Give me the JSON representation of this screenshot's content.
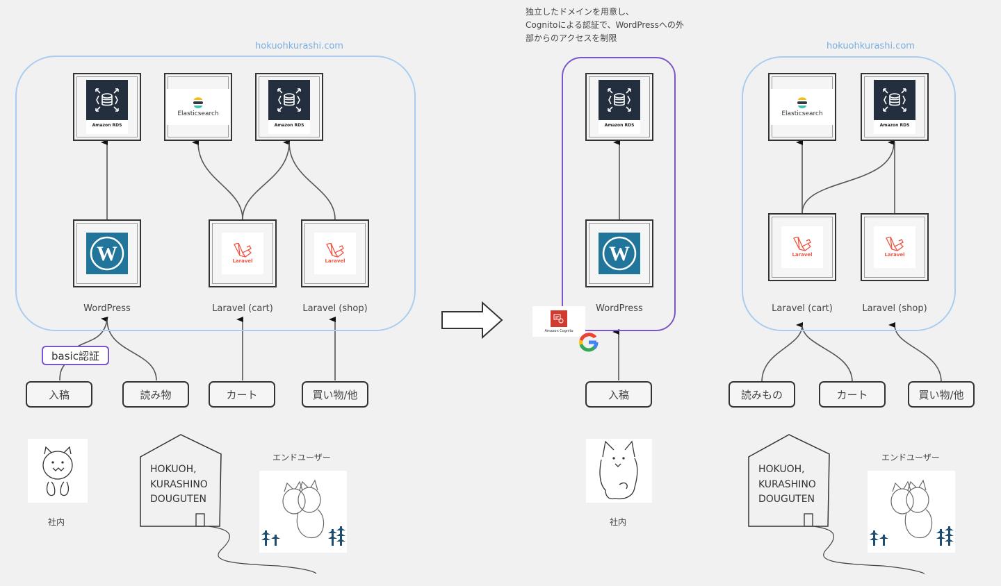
{
  "before": {
    "domain_label": "hokuohkurashi.com",
    "nodes": {
      "rds1": {
        "caption": "Amazon RDS"
      },
      "elasticsearch": {
        "caption": "Elasticsearch"
      },
      "rds2": {
        "caption": "Amazon RDS"
      },
      "wordpress": {
        "label": "WordPress"
      },
      "laravel_cart": {
        "logo_text": "Laravel",
        "label": "Laravel (cart)"
      },
      "laravel_shop": {
        "logo_text": "Laravel",
        "label": "Laravel (shop)"
      }
    },
    "auth_badge": "basic認証",
    "clients": [
      "入稿",
      "読み物",
      "カート",
      "買い物/他"
    ],
    "actors": {
      "internal_label": "社内",
      "store_sign": [
        "HOKUOH,",
        "KURASHINO",
        "DOUGUTEN"
      ],
      "end_user_label": "エンドユーザー"
    }
  },
  "transition_arrow": "right-arrow",
  "after": {
    "note_lines": [
      "独立したドメインを用意し、",
      "Cognitoによる認証で、WordPressへの外",
      "部からのアクセスを制限"
    ],
    "wp_group": {
      "rds": {
        "caption": "Amazon RDS"
      },
      "wordpress": {
        "label": "WordPress"
      },
      "cognito_caption": "Amazon Cognito",
      "google_icon": "google-g"
    },
    "shop_group": {
      "domain_label": "hokuohkurashi.com",
      "elasticsearch": {
        "caption": "Elasticsearch"
      },
      "rds": {
        "caption": "Amazon RDS"
      },
      "laravel_cart": {
        "logo_text": "Laravel",
        "label": "Laravel (cart)"
      },
      "laravel_shop": {
        "logo_text": "Laravel",
        "label": "Laravel (shop)"
      }
    },
    "clients_internal": [
      "入稿"
    ],
    "clients_public": [
      "読みもの",
      "カート",
      "買い物/他"
    ],
    "actors": {
      "internal_label": "社内",
      "store_sign": [
        "HOKUOH,",
        "KURASHINO",
        "DOUGUTEN"
      ],
      "end_user_label": "エンドユーザー"
    }
  },
  "colors": {
    "background": "#f1f1f1",
    "domain_group_border": "#a9cdf0",
    "auth_border": "#7c55c8",
    "rds_bg": "#232f3e",
    "wordpress_bg": "#21759b",
    "laravel_red": "#f05340",
    "cognito_red": "#d13a2f"
  }
}
